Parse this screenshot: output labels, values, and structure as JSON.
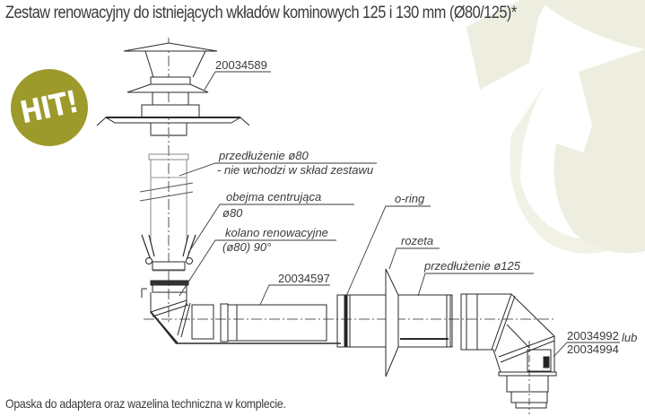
{
  "title": "Zestaw renowacyjny do istniejących wkładów kominowych 125 i 130 mm (Ø80/125)*",
  "badge": {
    "text": "HIT!",
    "color": "#9d9a2c"
  },
  "watermark_color": "#eeeee0",
  "labels": {
    "part_top": "20034589",
    "extension80_line1": "przedłużenie ø80",
    "extension80_line2": "- nie wchodzi w skład zestawu",
    "clamp_line1": "obejma centrująca",
    "clamp_line2": "ø80",
    "elbow_line1": "kolano renowacyjne",
    "elbow_line2": "(ø80) 90°",
    "part_horizontal": "20034597",
    "oring": "o-ring",
    "rosette": "rozeta",
    "extension125": "przedłużenie ø125",
    "part_elbow_a": "20034992",
    "part_elbow_b": "20034994",
    "or_word": "lub"
  },
  "footer": "Opaska do adaptera oraz wazelina techniczna w komplecie."
}
